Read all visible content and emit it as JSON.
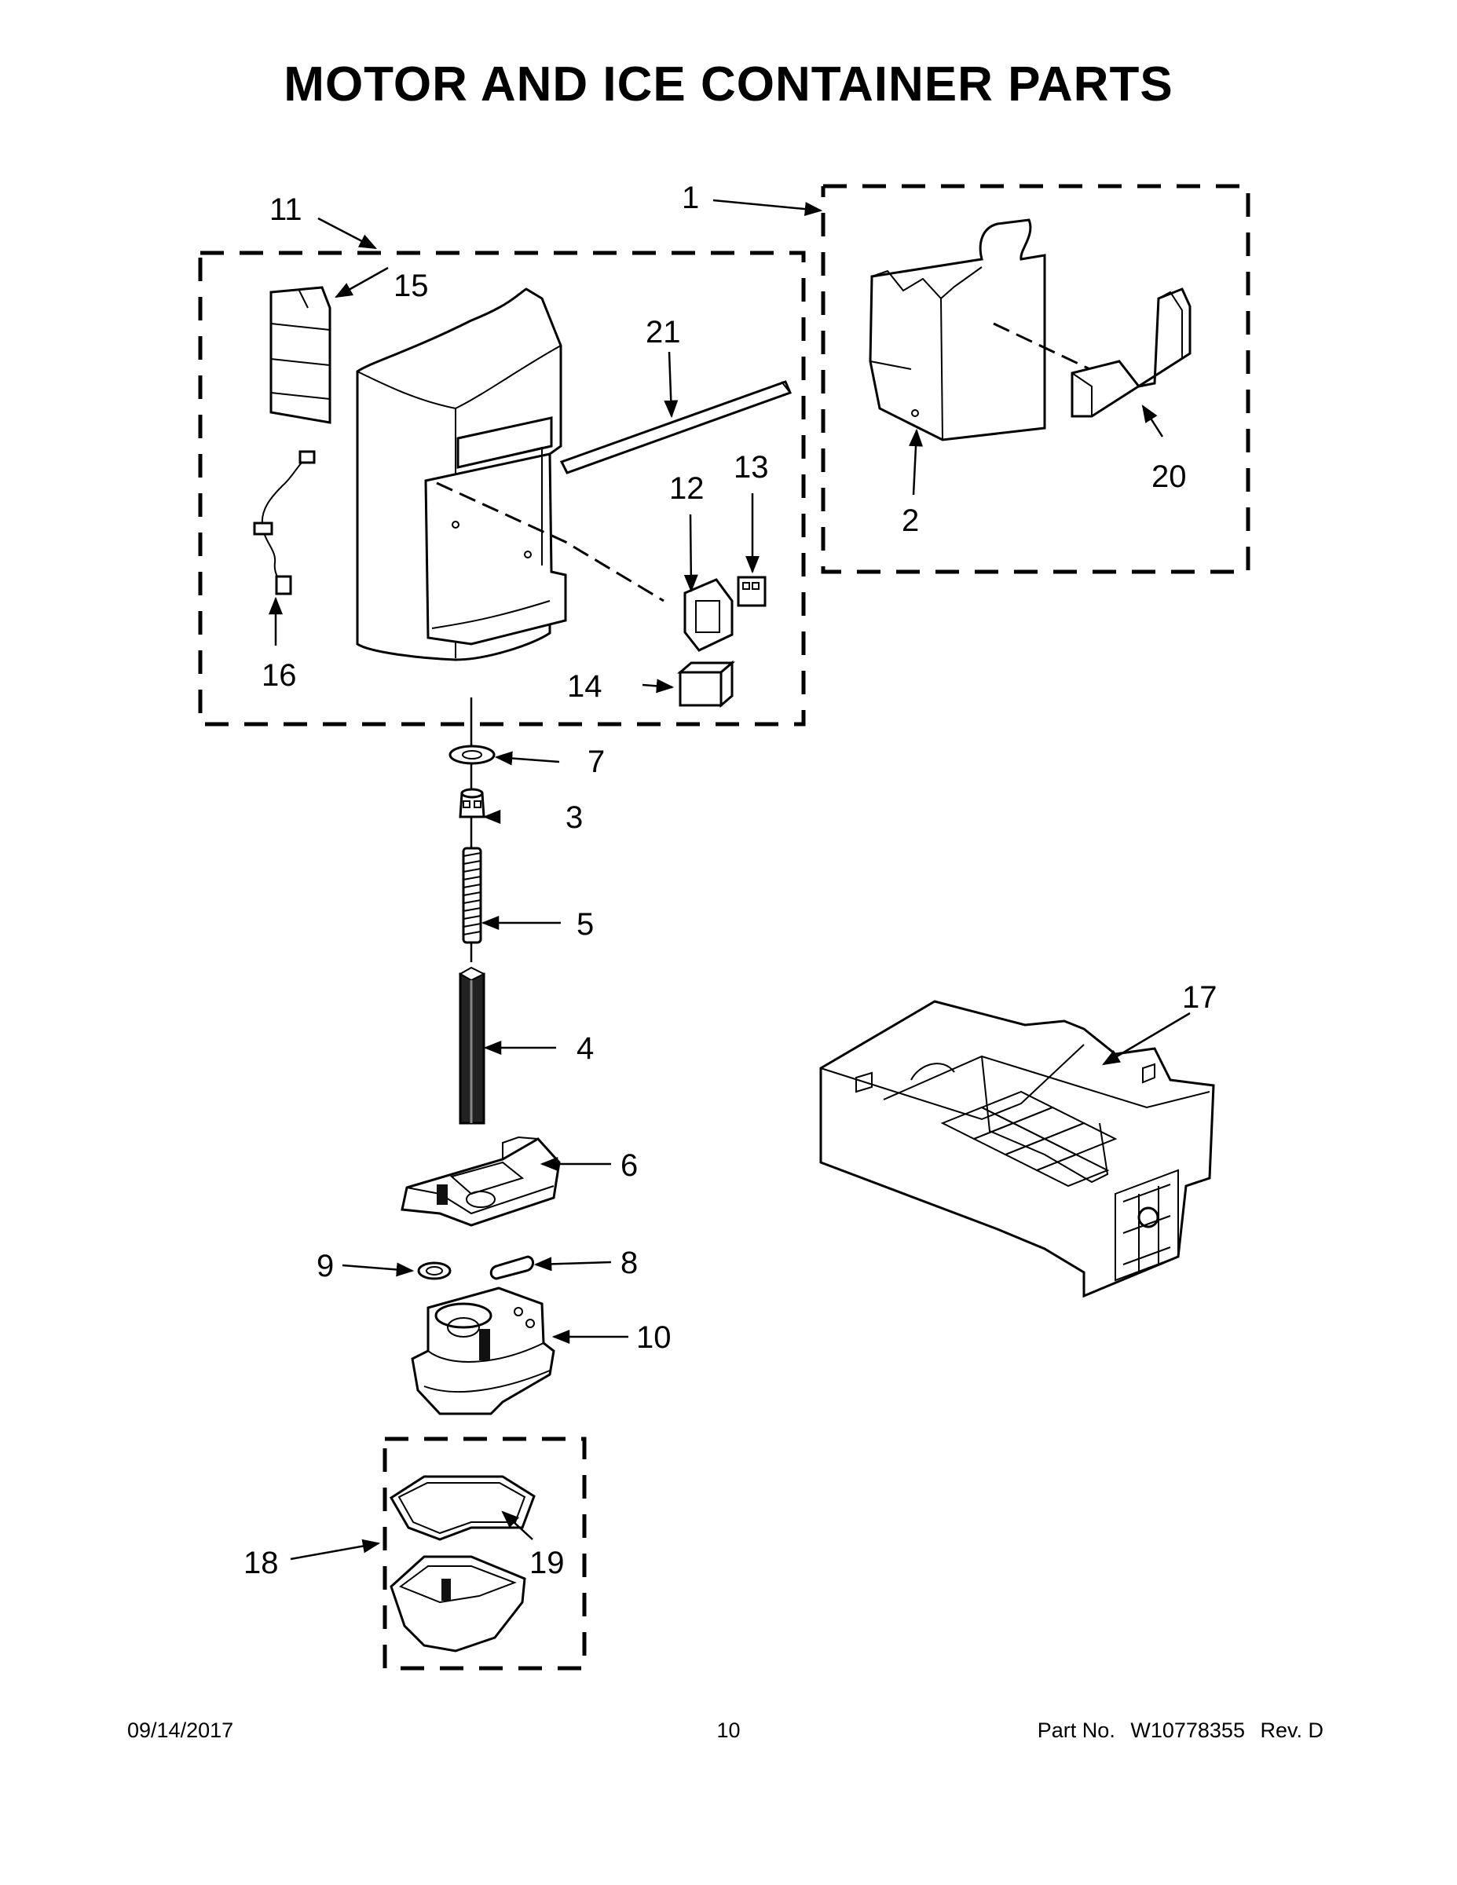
{
  "title": "MOTOR AND ICE CONTAINER PARTS",
  "callouts": {
    "c1": "1",
    "c2": "2",
    "c3": "3",
    "c4": "4",
    "c5": "5",
    "c6": "6",
    "c7": "7",
    "c8": "8",
    "c9": "9",
    "c10": "10",
    "c11": "11",
    "c12": "12",
    "c13": "13",
    "c14": "14",
    "c15": "15",
    "c16": "16",
    "c17": "17",
    "c18": "18",
    "c19": "19",
    "c20": "20",
    "c21": "21"
  },
  "footer": {
    "date": "09/14/2017",
    "page": "10",
    "part_label": "Part No.",
    "part_number": "W10778355",
    "revision": "Rev. D"
  }
}
